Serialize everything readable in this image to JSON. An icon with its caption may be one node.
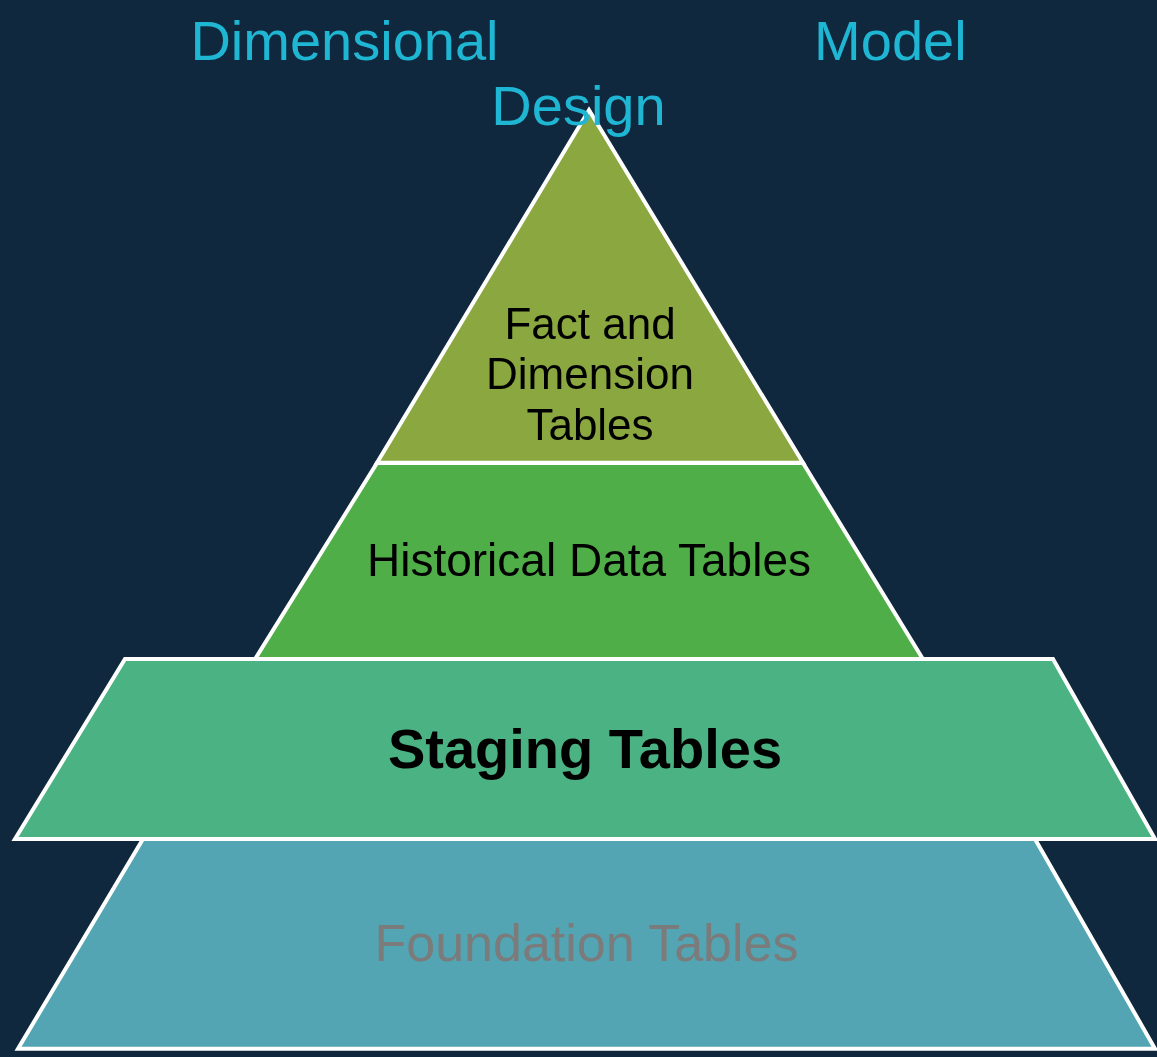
{
  "diagram": {
    "title": "Dimensional Model Design",
    "nodes": [
      {
        "text": [
          "Fact and Dimension Tables"
        ]
      },
      {
        "text": [
          "Historical Data Tables"
        ]
      },
      {
        "text": [
          "Staging Tables"
        ]
      },
      {
        "text": [
          "Foundation Tables"
        ]
      }
    ]
  }
}
